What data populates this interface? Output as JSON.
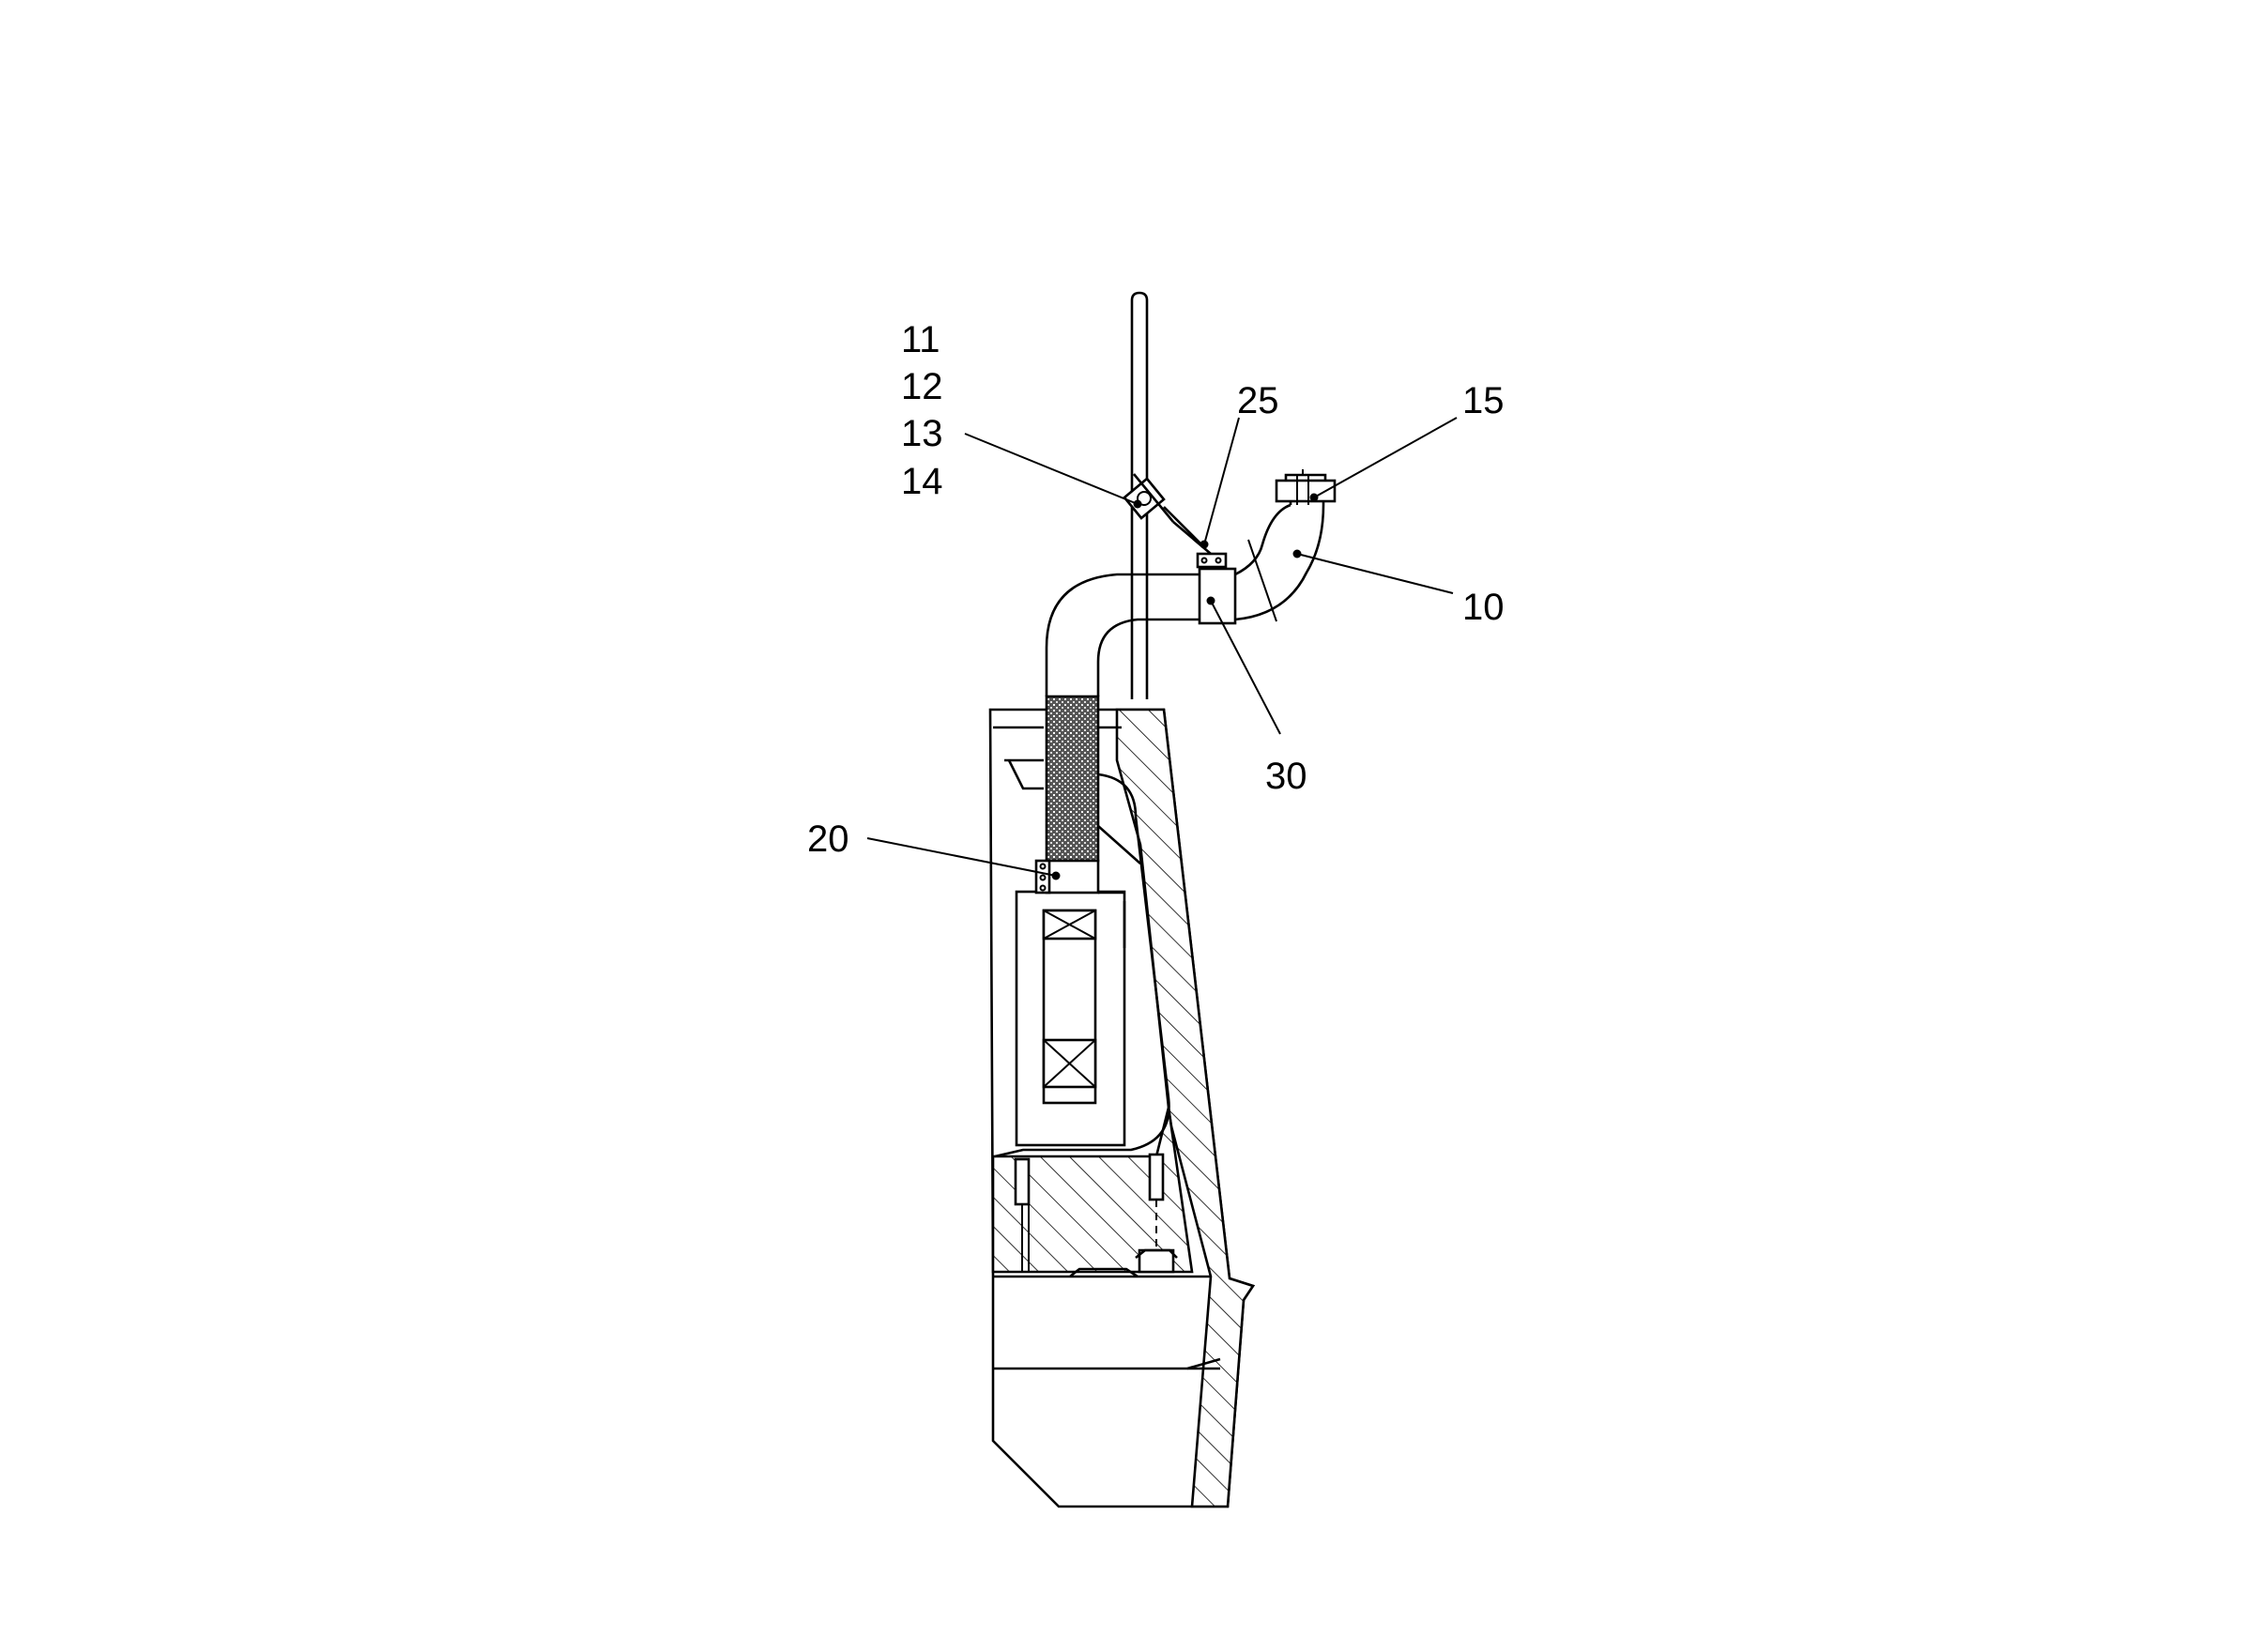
{
  "labels": {
    "l11": "11",
    "l12": "12",
    "l13": "13",
    "l14": "14",
    "l25": "25",
    "l15": "15",
    "l10": "10",
    "l30": "30",
    "l20": "20"
  }
}
